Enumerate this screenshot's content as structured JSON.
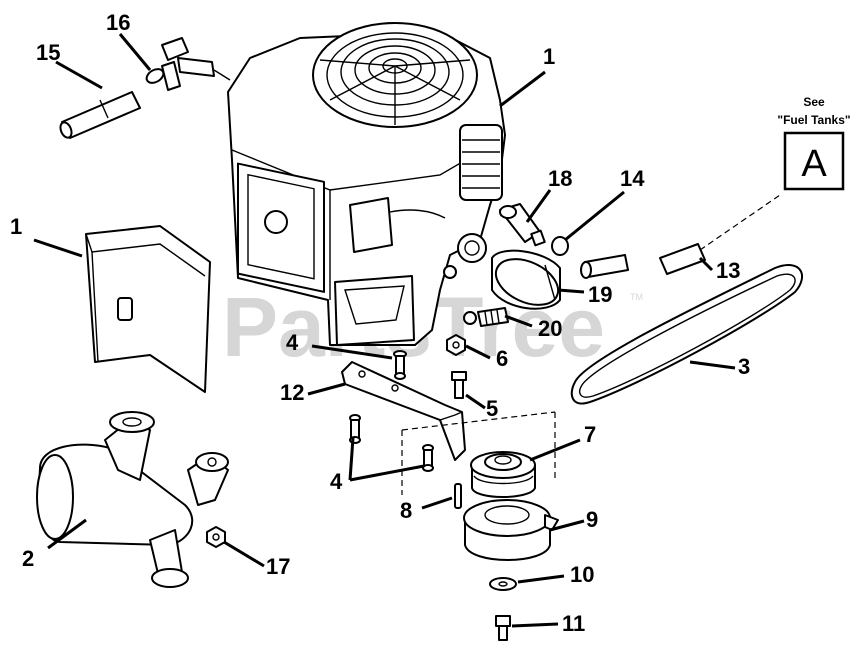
{
  "watermark": {
    "text": "PartsTree",
    "trademark": "TM"
  },
  "reference": {
    "see_line1": "See",
    "see_line2": "\"Fuel Tanks\"",
    "box_letter": "A"
  },
  "callouts": [
    {
      "id": "c1a",
      "label": "1"
    },
    {
      "id": "c1b",
      "label": "1"
    },
    {
      "id": "c2",
      "label": "2"
    },
    {
      "id": "c3",
      "label": "3"
    },
    {
      "id": "c4a",
      "label": "4"
    },
    {
      "id": "c4b",
      "label": "4"
    },
    {
      "id": "c5",
      "label": "5"
    },
    {
      "id": "c6",
      "label": "6"
    },
    {
      "id": "c7",
      "label": "7"
    },
    {
      "id": "c8",
      "label": "8"
    },
    {
      "id": "c9",
      "label": "9"
    },
    {
      "id": "c10",
      "label": "10"
    },
    {
      "id": "c11",
      "label": "11"
    },
    {
      "id": "c12",
      "label": "12"
    },
    {
      "id": "c13",
      "label": "13"
    },
    {
      "id": "c14",
      "label": "14"
    },
    {
      "id": "c15",
      "label": "15"
    },
    {
      "id": "c16",
      "label": "16"
    },
    {
      "id": "c17",
      "label": "17"
    },
    {
      "id": "c18",
      "label": "18"
    },
    {
      "id": "c19",
      "label": "19"
    },
    {
      "id": "c20",
      "label": "20"
    }
  ]
}
